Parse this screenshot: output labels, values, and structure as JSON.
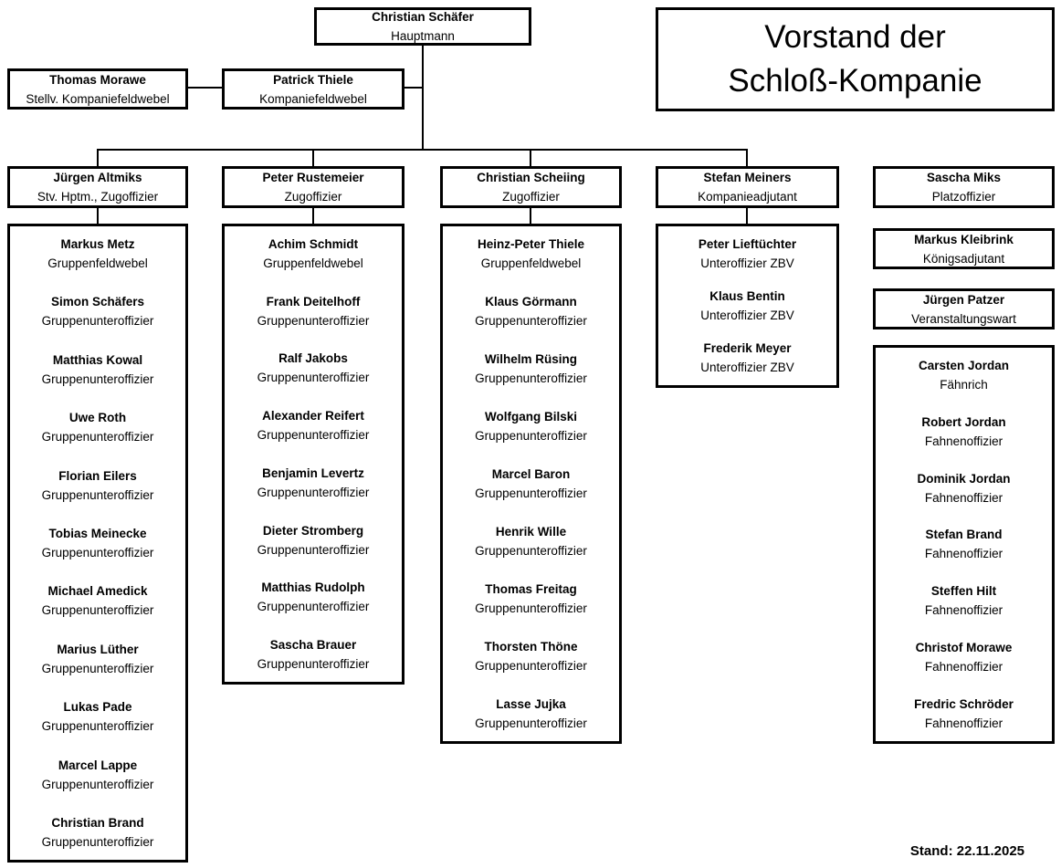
{
  "title": {
    "line1": "Vorstand der",
    "line2": "Schloß-Kompanie"
  },
  "footer": {
    "date_label": "Stand: 22.11.2025"
  },
  "top": {
    "leader": {
      "name": "Christian Schäfer",
      "role": "Hauptmann"
    },
    "deputy_feldwebel": {
      "name": "Thomas Morawe",
      "role": "Stellv. Kompaniefeldwebel"
    },
    "feldwebel": {
      "name": "Patrick Thiele",
      "role": "Kompaniefeldwebel"
    }
  },
  "heads": [
    {
      "name": "Jürgen Altmiks",
      "role": "Stv. Hptm., Zugoffizier"
    },
    {
      "name": "Peter Rustemeier",
      "role": "Zugoffizier"
    },
    {
      "name": "Christian Scheiing",
      "role": "Zugoffizier"
    },
    {
      "name": "Stefan Meiners",
      "role": "Kompanieadjutant"
    },
    {
      "name": "Sascha Miks",
      "role": "Platzoffizier"
    }
  ],
  "right_singles": [
    {
      "name": "Markus Kleibrink",
      "role": "Königsadjutant"
    },
    {
      "name": "Jürgen Patzer",
      "role": "Veranstaltungswart"
    }
  ],
  "groups": [
    {
      "members": [
        {
          "name": "Markus Metz",
          "role": "Gruppenfeldwebel"
        },
        {
          "name": "Simon Schäfers",
          "role": "Gruppenunteroffizier"
        },
        {
          "name": "Matthias Kowal",
          "role": "Gruppenunteroffizier"
        },
        {
          "name": "Uwe Roth",
          "role": "Gruppenunteroffizier"
        },
        {
          "name": "Florian Eilers",
          "role": "Gruppenunteroffizier"
        },
        {
          "name": "Tobias Meinecke",
          "role": "Gruppenunteroffizier"
        },
        {
          "name": "Michael Amedick",
          "role": "Gruppenunteroffizier"
        },
        {
          "name": "Marius Lüther",
          "role": "Gruppenunteroffizier"
        },
        {
          "name": "Lukas Pade",
          "role": "Gruppenunteroffizier"
        },
        {
          "name": "Marcel Lappe",
          "role": "Gruppenunteroffizier"
        },
        {
          "name": "Christian Brand",
          "role": "Gruppenunteroffizier"
        }
      ]
    },
    {
      "members": [
        {
          "name": "Achim Schmidt",
          "role": "Gruppenfeldwebel"
        },
        {
          "name": "Frank Deitelhoff",
          "role": "Gruppenunteroffizier"
        },
        {
          "name": "Ralf Jakobs",
          "role": "Gruppenunteroffizier"
        },
        {
          "name": "Alexander Reifert",
          "role": "Gruppenunteroffizier"
        },
        {
          "name": "Benjamin Levertz",
          "role": "Gruppenunteroffizier"
        },
        {
          "name": "Dieter Stromberg",
          "role": "Gruppenunteroffizier"
        },
        {
          "name": "Matthias Rudolph",
          "role": "Gruppenunteroffizier"
        },
        {
          "name": "Sascha Brauer",
          "role": "Gruppenunteroffizier"
        }
      ]
    },
    {
      "members": [
        {
          "name": "Heinz-Peter Thiele",
          "role": "Gruppenfeldwebel"
        },
        {
          "name": "Klaus Görmann",
          "role": "Gruppenunteroffizier"
        },
        {
          "name": "Wilhelm Rüsing",
          "role": "Gruppenunteroffizier"
        },
        {
          "name": "Wolfgang Bilski",
          "role": "Gruppenunteroffizier"
        },
        {
          "name": "Marcel Baron",
          "role": "Gruppenunteroffizier"
        },
        {
          "name": "Henrik Wille",
          "role": "Gruppenunteroffizier"
        },
        {
          "name": "Thomas Freitag",
          "role": "Gruppenunteroffizier"
        },
        {
          "name": "Thorsten Thöne",
          "role": "Gruppenunteroffizier"
        },
        {
          "name": "Lasse Jujka",
          "role": "Gruppenunteroffizier"
        }
      ]
    },
    {
      "members": [
        {
          "name": "Peter Lieftüchter",
          "role": "Unteroffizier ZBV"
        },
        {
          "name": "Klaus Bentin",
          "role": "Unteroffizier ZBV"
        },
        {
          "name": "Frederik Meyer",
          "role": "Unteroffizier ZBV"
        }
      ]
    },
    {
      "members": [
        {
          "name": "Carsten Jordan",
          "role": "Fähnrich"
        },
        {
          "name": "Robert Jordan",
          "role": "Fahnenoffizier"
        },
        {
          "name": "Dominik Jordan",
          "role": "Fahnenoffizier"
        },
        {
          "name": "Stefan Brand",
          "role": "Fahnenoffizier"
        },
        {
          "name": "Steffen Hilt",
          "role": "Fahnenoffizier"
        },
        {
          "name": "Christof Morawe",
          "role": "Fahnenoffizier"
        },
        {
          "name": "Fredric Schröder",
          "role": "Fahnenoffizier"
        }
      ]
    }
  ]
}
